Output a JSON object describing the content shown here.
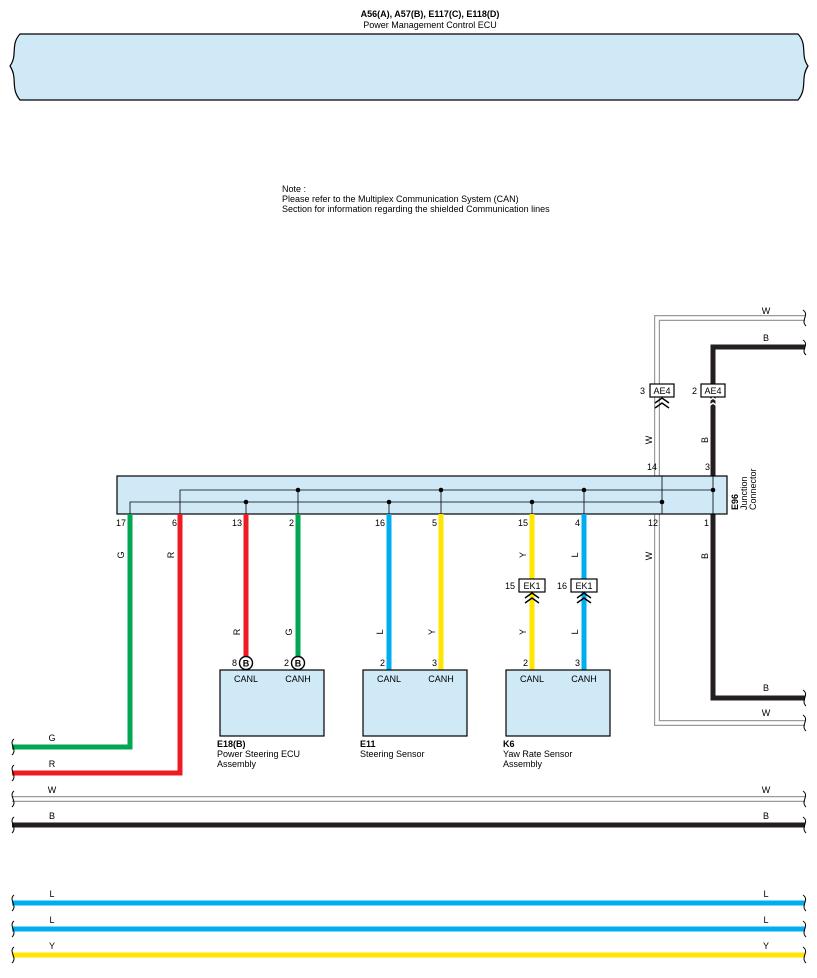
{
  "ecu": {
    "connectors": "A56(A), A57(B), E117(C), E118(D)",
    "name": "Power Management Control ECU"
  },
  "note": {
    "line1": "Note :",
    "line2": "Please refer to the Multiplex Communication System (CAN)",
    "line3": "Section for information regarding the shielded Communication lines"
  },
  "junction": {
    "code": "E96",
    "name_line1": "Junction",
    "name_line2": "Connector",
    "top_pins": {
      "w": "14",
      "b": "3"
    },
    "bottom_pins": [
      "17",
      "6",
      "13",
      "2",
      "16",
      "5",
      "15",
      "4",
      "12",
      "1"
    ]
  },
  "wire_colors": {
    "G": "#00a651",
    "R": "#ed1c24",
    "L": "#00aeef",
    "Y": "#ffe600",
    "B": "#231f20",
    "W": "#ffffff"
  },
  "wire_labels": {
    "g": "G",
    "r": "R",
    "l": "L",
    "y": "Y",
    "b": "B",
    "w": "W"
  },
  "connectors_ae4": [
    {
      "pin": "3",
      "name": "AE4"
    },
    {
      "pin": "2",
      "name": "AE4"
    }
  ],
  "connectors_ek1": [
    {
      "pin": "15",
      "name": "EK1"
    },
    {
      "pin": "16",
      "name": "EK1"
    }
  ],
  "components": [
    {
      "code": "E18(B)",
      "name_line1": "Power Steering ECU",
      "name_line2": "Assembly",
      "pins": [
        {
          "num": "8",
          "circle": "B",
          "label": "CANL"
        },
        {
          "num": "2",
          "circle": "B",
          "label": "CANH"
        }
      ]
    },
    {
      "code": "E11",
      "name_line1": "Steering Sensor",
      "name_line2": "",
      "pins": [
        {
          "num": "2",
          "label": "CANL"
        },
        {
          "num": "3",
          "label": "CANH"
        }
      ]
    },
    {
      "code": "K6",
      "name_line1": "Yaw Rate Sensor",
      "name_line2": "Assembly",
      "pins": [
        {
          "num": "2",
          "label": "CANL"
        },
        {
          "num": "3",
          "label": "CANH"
        }
      ]
    }
  ]
}
